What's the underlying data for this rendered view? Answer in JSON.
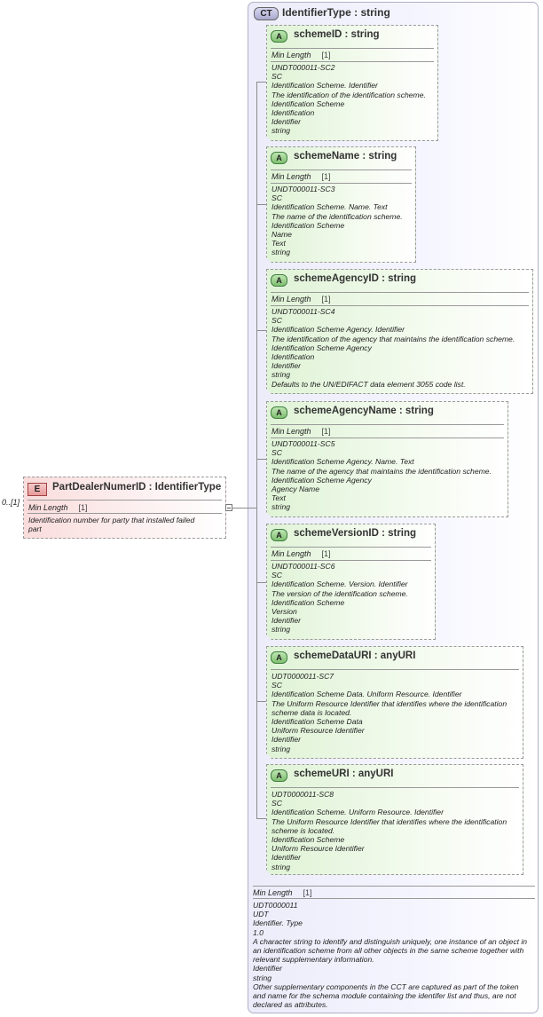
{
  "complex_type": {
    "badge": "CT",
    "title": "IdentifierType : string",
    "min_length_label": "Min Length",
    "min_length_value": "[1]",
    "doc_lines": [
      "UDT0000011",
      "UDT",
      "Identifier. Type",
      "1.0",
      "A character string to identify and distinguish uniquely, one instance of an object in an identification scheme from all other objects in the same scheme together with relevant supplementary information.",
      "Identifier",
      "string",
      "Other supplementary components in the CCT are captured as part of the token and name for the schema module containing the identifer list and thus, are not declared as attributes."
    ]
  },
  "element": {
    "badge": "E",
    "name": "PartDealerNumerID : IdentifierType",
    "occurrence": "0..[1]",
    "min_length_label": "Min Length",
    "min_length_value": "[1]",
    "doc": "Identification number for party that installed failed part"
  },
  "attributes": [
    {
      "badge": "A",
      "name": "schemeID : string",
      "min_length_label": "Min Length",
      "min_length_value": "[1]",
      "lines": [
        "UNDT000011-SC2",
        "SC",
        "Identification Scheme. Identifier",
        "The identification of the identification scheme.",
        "Identification Scheme",
        "Identification",
        "Identifier",
        "string"
      ]
    },
    {
      "badge": "A",
      "name": "schemeName : string",
      "min_length_label": "Min Length",
      "min_length_value": "[1]",
      "lines": [
        "UNDT000011-SC3",
        "SC",
        "Identification Scheme. Name. Text",
        "The name of the identification scheme.",
        "Identification Scheme",
        "Name",
        "Text",
        "string"
      ]
    },
    {
      "badge": "A",
      "name": "schemeAgencyID : string",
      "min_length_label": "Min Length",
      "min_length_value": "[1]",
      "lines": [
        "UNDT000011-SC4",
        "SC",
        "Identification Scheme Agency. Identifier",
        "The identification of the agency that maintains the identification scheme.",
        "Identification Scheme Agency",
        "Identification",
        "Identifier",
        "string",
        "Defaults to the UN/EDIFACT data element 3055 code list."
      ]
    },
    {
      "badge": "A",
      "name": "schemeAgencyName : string",
      "min_length_label": "Min Length",
      "min_length_value": "[1]",
      "lines": [
        "UNDT000011-SC5",
        "SC",
        "Identification Scheme Agency. Name. Text",
        "The name of the agency that maintains the identification scheme.",
        "Identification Scheme Agency",
        "Agency Name",
        "Text",
        "string"
      ]
    },
    {
      "badge": "A",
      "name": "schemeVersionID : string",
      "min_length_label": "Min Length",
      "min_length_value": "[1]",
      "lines": [
        "UNDT000011-SC6",
        "SC",
        "Identification Scheme. Version. Identifier",
        "The version of the identification scheme.",
        "Identification Scheme",
        "Version",
        "Identifier",
        "string"
      ]
    },
    {
      "badge": "A",
      "name": "schemeDataURI : anyURI",
      "lines": [
        "UDT0000011-SC7",
        "SC",
        "Identification Scheme Data. Uniform Resource. Identifier",
        "The Uniform Resource Identifier that identifies where the identification scheme data is located.",
        "Identification Scheme Data",
        "Uniform Resource Identifier",
        "Identifier",
        "string"
      ]
    },
    {
      "badge": "A",
      "name": "schemeURI : anyURI",
      "lines": [
        "UDT0000011-SC8",
        "SC",
        "Identification Scheme. Uniform Resource. Identifier",
        "The Uniform Resource Identifier that identifies where the identification scheme is located.",
        "Identification Scheme",
        "Uniform Resource Identifier",
        "Identifier",
        "string"
      ]
    }
  ]
}
